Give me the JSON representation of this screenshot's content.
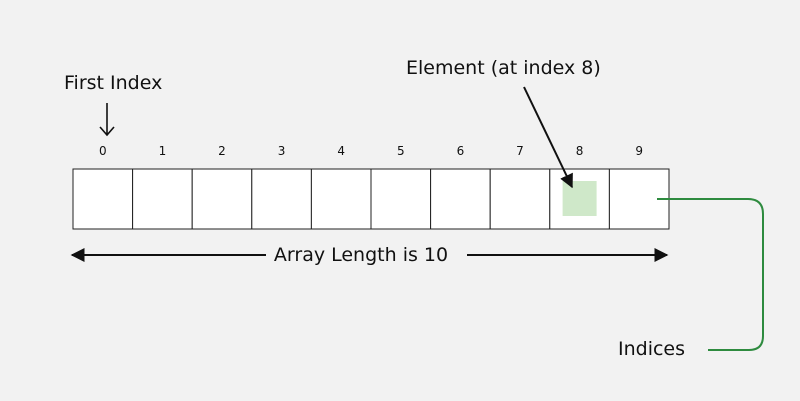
{
  "labels": {
    "first_index": "First Index",
    "element": "Element (at index 8)",
    "array_length": "Array Length is 10",
    "indices": "Indices"
  },
  "array": {
    "length": 10,
    "indices": [
      "0",
      "1",
      "2",
      "3",
      "4",
      "5",
      "6",
      "7",
      "8",
      "9"
    ],
    "highlighted_index": 8
  },
  "colors": {
    "background": "#f2f2f2",
    "cell_fill": "#ffffff",
    "cell_border": "#222222",
    "element_fill": "#cfe8c9",
    "indices_connector": "#2e8b3f",
    "arrow": "#111111"
  }
}
